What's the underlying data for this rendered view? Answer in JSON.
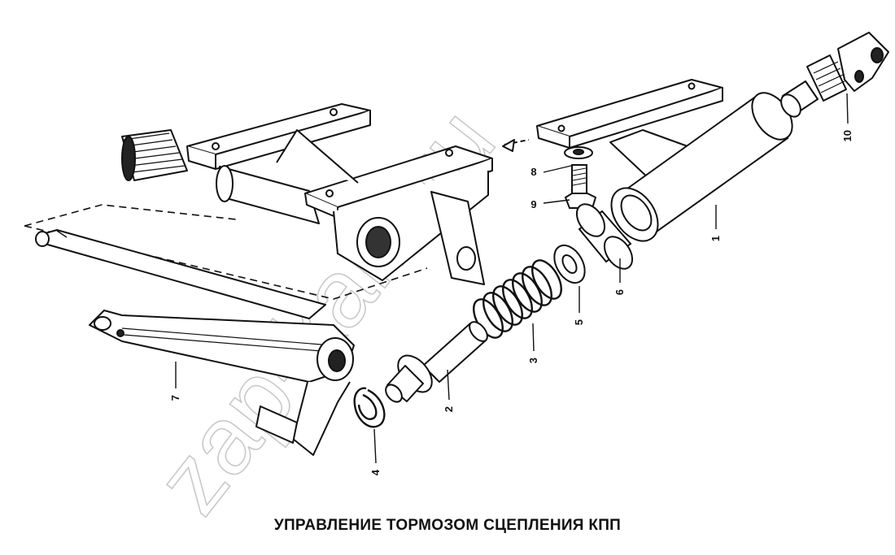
{
  "caption": "УПРАВЛЕНИЕ ТОРМОЗОМ СЦЕПЛЕНИЯ КПП",
  "watermark": "zap-kam.ru",
  "callouts": {
    "part1": "1",
    "part2": "2",
    "part3": "3",
    "part4": "4",
    "part5": "5",
    "part6": "6",
    "part7": "7",
    "part8": "8",
    "part9": "9",
    "part10": "10"
  },
  "colors": {
    "ink": "#111111",
    "watermark": "#c9c9c9",
    "background": "#ffffff"
  }
}
